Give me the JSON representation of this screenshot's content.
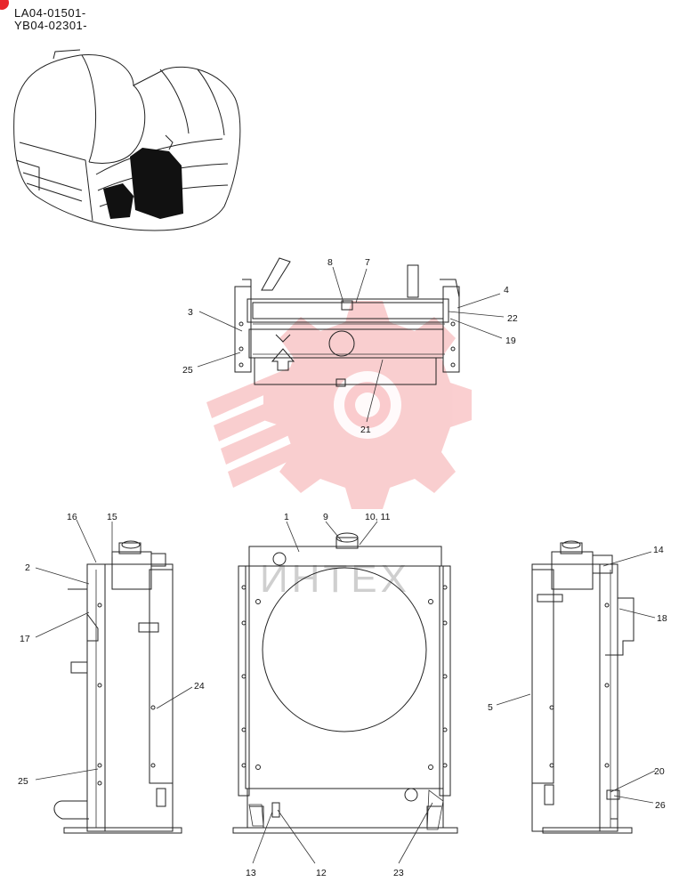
{
  "serials": [
    "LA04-01501-",
    "YB04-02301-"
  ],
  "watermark": "ИНТЕХ",
  "brand_color": "#e8262b",
  "top_view": {
    "callouts": [
      "8",
      "7",
      "4",
      "3",
      "22",
      "19",
      "25",
      "21"
    ]
  },
  "left_view": {
    "callouts": [
      "16",
      "15",
      "2",
      "17",
      "24",
      "25"
    ]
  },
  "front_view": {
    "callouts": [
      "1",
      "9",
      "10, 11",
      "13",
      "12",
      "23"
    ]
  },
  "right_view": {
    "callouts": [
      "14",
      "18",
      "5",
      "20",
      "26"
    ]
  }
}
